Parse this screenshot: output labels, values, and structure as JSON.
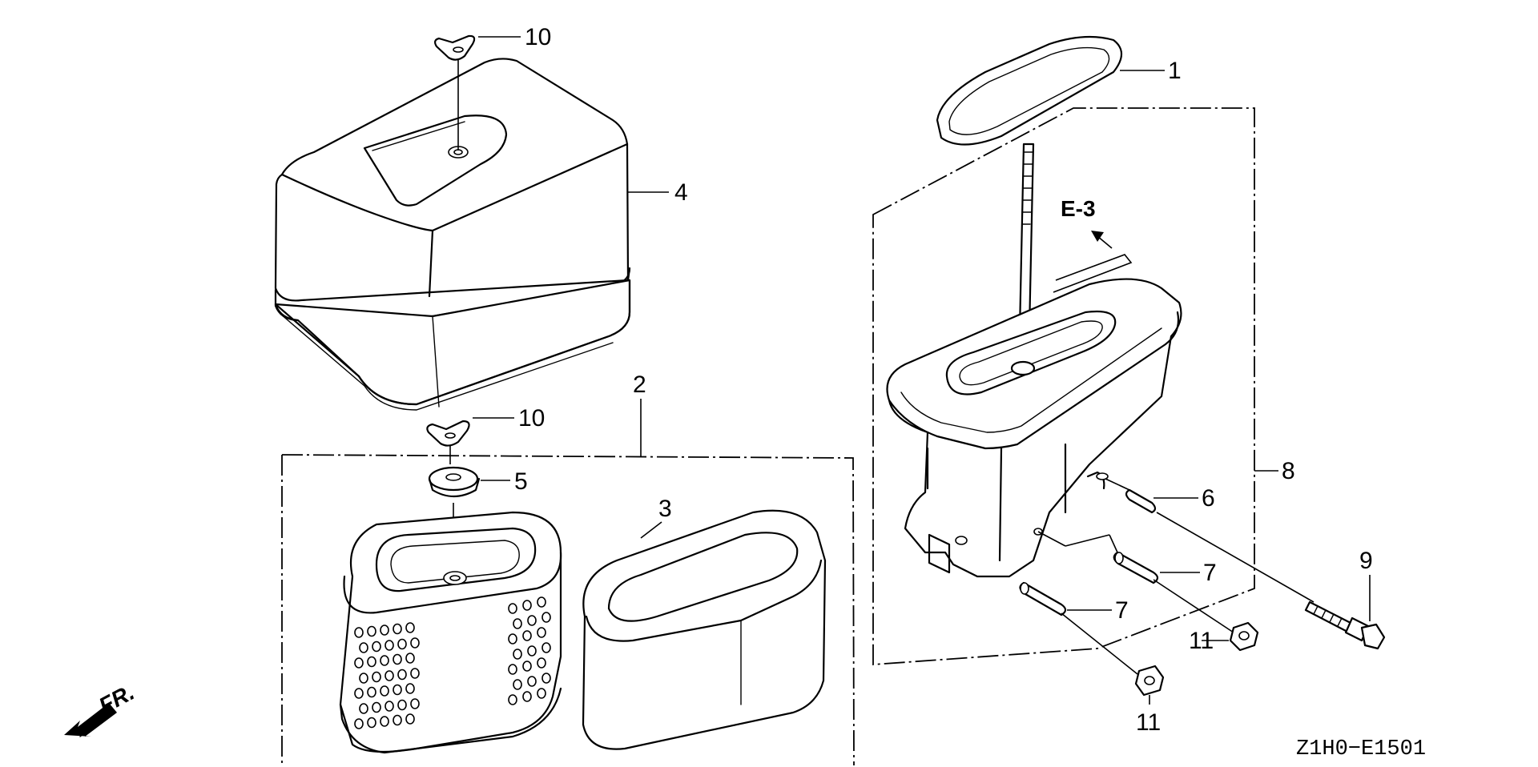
{
  "callouts": {
    "c1": "1",
    "c2": "2",
    "c3": "3",
    "c4": "4",
    "c5": "5",
    "c6": "6",
    "c7a": "7",
    "c7b": "7",
    "c8": "8",
    "c9": "9",
    "c10a": "10",
    "c10b": "10",
    "c11a": "11",
    "c11b": "11"
  },
  "reference_label": "E-3",
  "direction_label": "FR.",
  "diagram_code": "Z1H0−E1501"
}
